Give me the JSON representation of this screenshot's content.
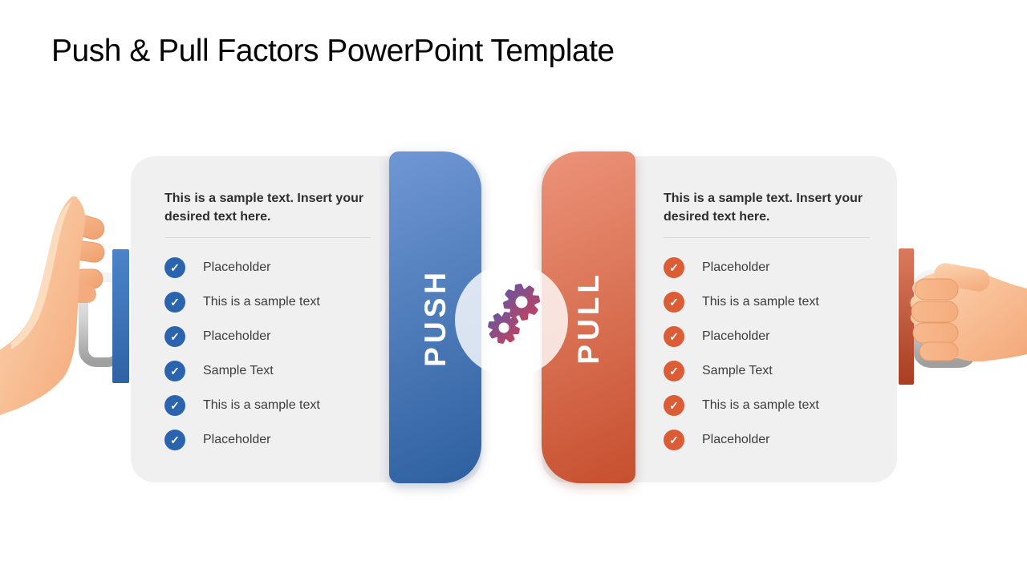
{
  "slide": {
    "title": "Push & Pull Factors PowerPoint Template"
  },
  "push_section": {
    "band_label": "PUSH",
    "header": "This is a sample text. Insert your desired text here.",
    "check_glyph": "✓",
    "accent_color": "#2b64ae",
    "items": [
      "Placeholder",
      "This is a sample text",
      "Placeholder",
      "Sample Text",
      "This is a sample text",
      "Placeholder"
    ]
  },
  "pull_section": {
    "band_label": "PULL",
    "header": "This is a sample text. Insert your desired text here.",
    "check_glyph": "✓",
    "accent_color": "#dc5c35",
    "items": [
      "Placeholder",
      "This is a sample text",
      "Placeholder",
      "Sample Text",
      "This is a sample text",
      "Placeholder"
    ]
  },
  "colors": {
    "panel_bg": "#f0f0f1",
    "push_band_a": "#6f97d4",
    "push_band_b": "#2d5f9f",
    "pull_band_a": "#ec9379",
    "pull_band_b": "#c64f2e",
    "gear_grad_a": "#6456a4",
    "gear_grad_b": "#c84058"
  }
}
